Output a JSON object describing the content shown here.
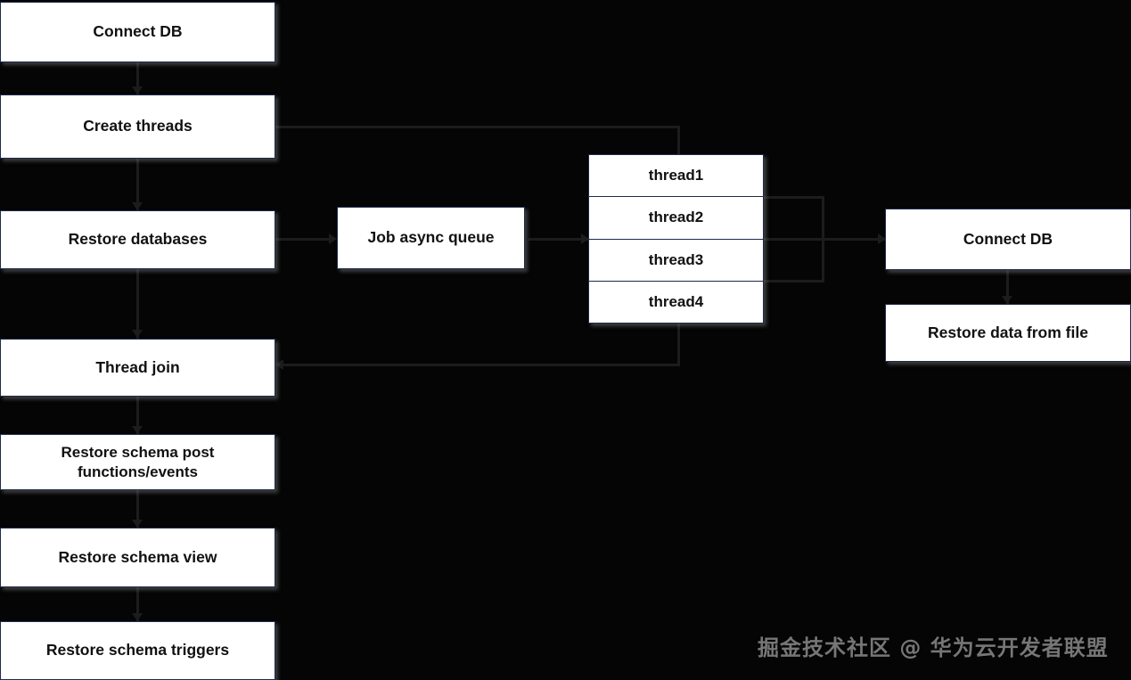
{
  "diagram": {
    "title": "Database restore threading flowchart",
    "background_color": "#050505",
    "node_fill": "#ffffff",
    "node_border": "#1f2a4d",
    "connector_color": "#1c1c1c",
    "text_color": "#111111"
  },
  "nodes": {
    "connect_db_left": {
      "label": "Connect DB"
    },
    "create_threads": {
      "label": "Create threads"
    },
    "restore_databases": {
      "label": "Restore databases"
    },
    "thread_join": {
      "label": "Thread join"
    },
    "restore_schema_post": {
      "label": "Restore schema post\nfunctions/events"
    },
    "restore_schema_view": {
      "label": "Restore schema view"
    },
    "restore_schema_triggers": {
      "label": "Restore schema triggers"
    },
    "job_async_queue": {
      "label": "Job async queue"
    },
    "connect_db_right": {
      "label": "Connect DB"
    },
    "restore_data_from_file": {
      "label": "Restore data from file"
    }
  },
  "thread_group": {
    "rows": [
      {
        "label": "thread1"
      },
      {
        "label": "thread2"
      },
      {
        "label": "thread3"
      },
      {
        "label": "thread4"
      }
    ]
  },
  "watermark": {
    "text": "掘金技术社区 @ 华为云开发者联盟"
  },
  "edges": [
    {
      "from": "connect_db_left",
      "to": "create_threads",
      "kind": "vertical-arrow"
    },
    {
      "from": "create_threads",
      "to": "restore_databases",
      "kind": "vertical-arrow"
    },
    {
      "from": "create_threads",
      "to": "thread_group",
      "kind": "right-then-down"
    },
    {
      "from": "restore_databases",
      "to": "job_async_queue",
      "kind": "horizontal-arrow"
    },
    {
      "from": "job_async_queue",
      "to": "thread_group",
      "kind": "horizontal-arrow"
    },
    {
      "from": "thread_group",
      "to": "connect_db_right",
      "kind": "merge-bracket"
    },
    {
      "from": "connect_db_right",
      "to": "restore_data_from_file",
      "kind": "vertical-arrow"
    },
    {
      "from": "thread_group",
      "to": "thread_join",
      "kind": "down-then-left"
    },
    {
      "from": "restore_databases",
      "to": "thread_join",
      "kind": "vertical-arrow"
    },
    {
      "from": "thread_join",
      "to": "restore_schema_post",
      "kind": "vertical-arrow"
    },
    {
      "from": "restore_schema_post",
      "to": "restore_schema_view",
      "kind": "vertical-arrow"
    },
    {
      "from": "restore_schema_view",
      "to": "restore_schema_triggers",
      "kind": "vertical-arrow"
    }
  ]
}
